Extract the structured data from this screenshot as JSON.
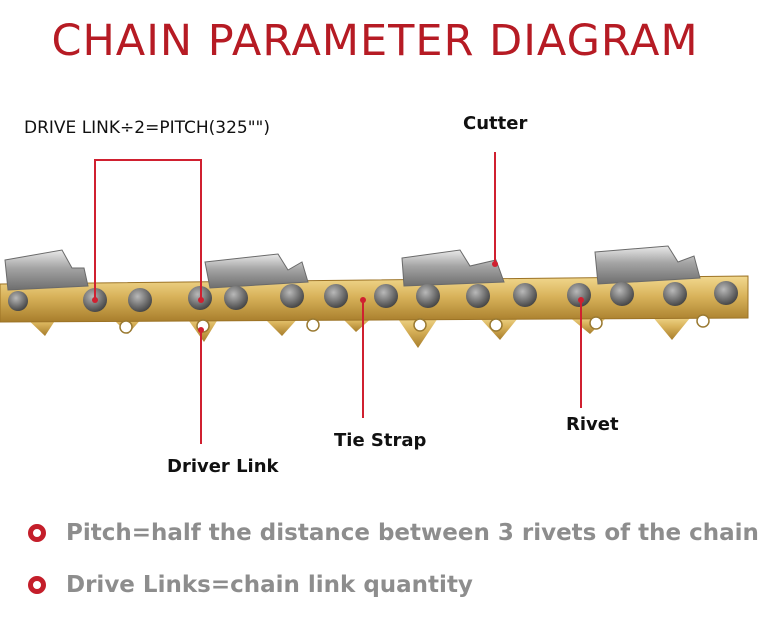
{
  "title": "CHAIN PARAMETER DIAGRAM",
  "labels": {
    "drive_link_pitch": "DRIVE LINK÷2=PITCH(325\"\")",
    "cutter": "Cutter",
    "tie_strap": "Tie Strap",
    "rivet": "Rivet",
    "driver_link": "Driver Link"
  },
  "notes": [
    "Pitch=half the distance between 3 rivets of the chain",
    "Drive Links=chain link quantity"
  ],
  "colors": {
    "title": "#b61b24",
    "callout_line": "#d02030",
    "gold": "#d9b35a",
    "steel": "#9b9b9b",
    "bullet": "#c41e2a",
    "note_text": "#8d8d8d"
  }
}
